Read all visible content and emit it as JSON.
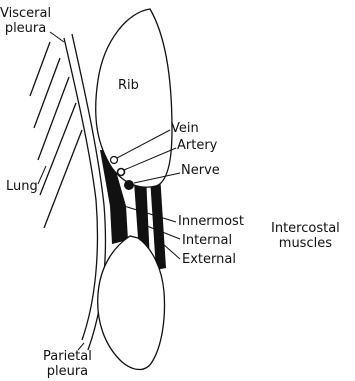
{
  "labels": {
    "visceral_pleura": [
      "Visceral",
      "pleura"
    ],
    "rib": "Rib",
    "vein": "Vein",
    "artery": "Artery",
    "nerve": "Nerve",
    "lung": "Lung",
    "innermost": "Innermost",
    "internal": "Internal",
    "external": "External",
    "intercostal_muscles": [
      "Intercostal",
      "muscles"
    ],
    "parietal_pleura": [
      "Parietal",
      "pleura"
    ]
  },
  "colors": {
    "ink": "#111111",
    "fill": "#ffffff",
    "muscle": "#111111"
  }
}
